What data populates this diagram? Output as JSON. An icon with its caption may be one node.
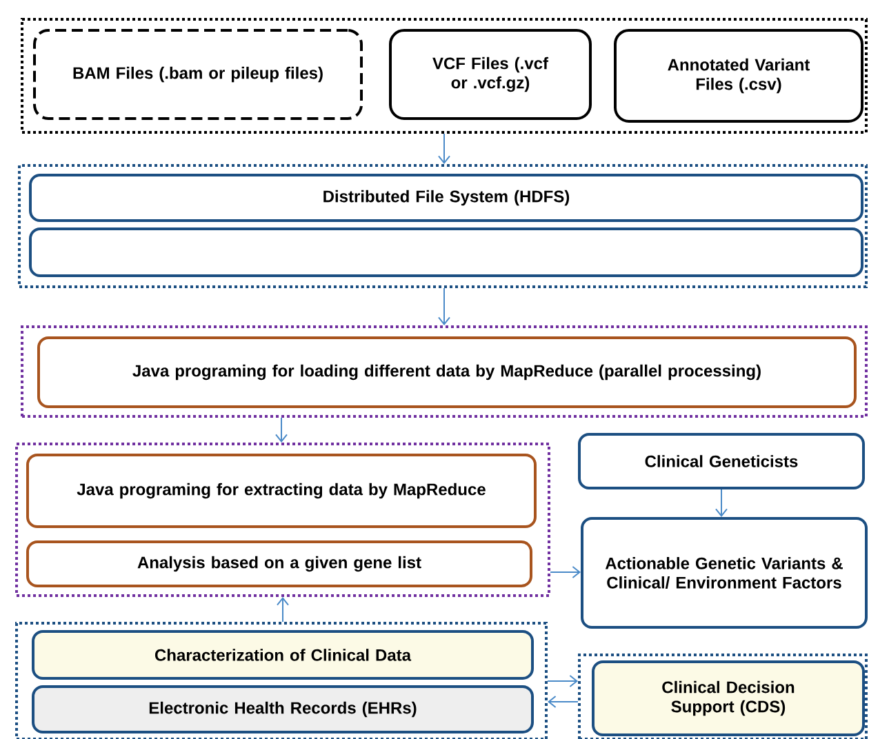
{
  "diagram": {
    "nodes": [
      {
        "text": [],
        "shape": "box"
      },
      {
        "text": [
          "BAM Files (.bam or pileup files)"
        ],
        "in": 0
      },
      {
        "text": [
          "VCF Files (.vcf or .vcf.gz)"
        ],
        "in": 0
      },
      {
        "text": [
          "Annotated Variant Files (.csv)"
        ],
        "in": 0
      },
      {
        "text": [],
        "shape": "box"
      },
      {
        "text": [
          "Distributed File System (HDFS)"
        ],
        "in": 4
      },
      {
        "text": [],
        "shape": "box",
        "in": 4
      },
      {
        "text": [],
        "shape": "box"
      },
      {
        "text": [
          "Java programing for loading different data by MapReduce (parallel processing)"
        ],
        "in": 7
      },
      {
        "text": [],
        "shape": "box"
      },
      {
        "text": [
          "Java programing for extracting data by MapReduce"
        ],
        "in": 9
      },
      {
        "text": [
          "Analysis  based on a given gene list"
        ],
        "in": 9
      },
      {
        "text": [
          "Clinical Geneticists"
        ]
      },
      {
        "text": [
          "Actionable Genetic Variants & Clinical/ Environment Factors"
        ]
      },
      {
        "text": [],
        "shape": "box"
      },
      {
        "text": [
          "Characterization of Clinical Data"
        ],
        "in": 14
      },
      {
        "text": [
          "Electronic Health Records (EHRs)"
        ],
        "in": 14
      },
      {
        "text": [],
        "shape": "box"
      },
      {
        "text": [
          "Clinical Decision Support (CDS)"
        ],
        "in": 17
      }
    ],
    "edges": [
      {
        "from": 0,
        "to": 4,
        "arrow": "to"
      },
      {
        "from": 4,
        "to": 7,
        "arrow": "to"
      },
      {
        "from": 7,
        "to": 9,
        "arrow": "to"
      },
      {
        "from": 12,
        "to": 13,
        "arrow": "to"
      },
      {
        "from": 9,
        "to": 13,
        "arrow": "to"
      },
      {
        "from": 14,
        "to": 9,
        "arrow": "to"
      },
      {
        "from": 14,
        "to": 17,
        "arrow": "to"
      },
      {
        "from": 17,
        "to": 14,
        "arrow": "to"
      }
    ]
  }
}
